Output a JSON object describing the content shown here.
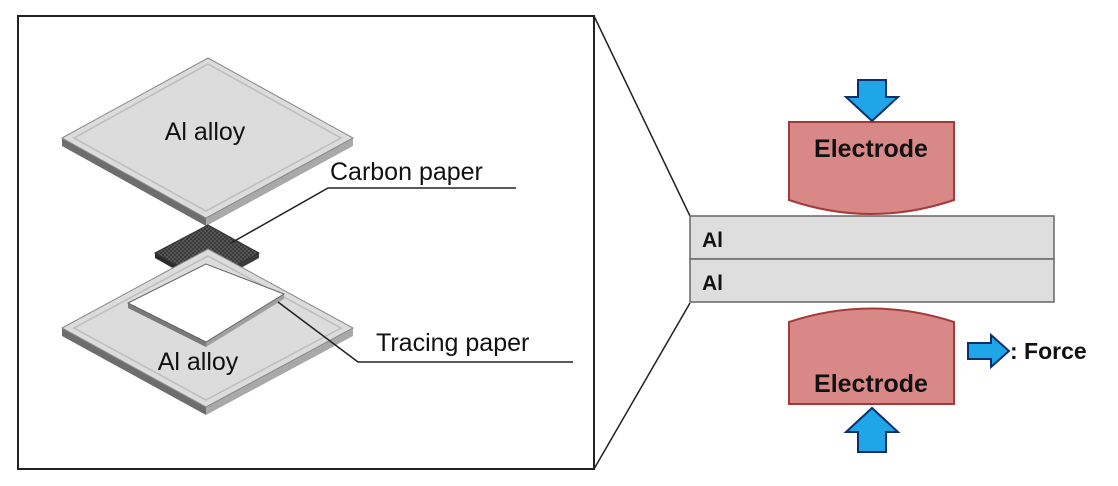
{
  "left_panel": {
    "top_plate_label": "Al alloy",
    "bottom_plate_label": "Al alloy",
    "carbon_paper_label": "Carbon paper",
    "tracing_paper_label": "Tracing paper"
  },
  "right_panel": {
    "top_electrode_label": "Electrode",
    "bottom_electrode_label": "Electrode",
    "upper_sheet_label": "Al",
    "lower_sheet_label": "Al",
    "legend_label": ": Force"
  },
  "colors": {
    "electrode_fill": "#d98888",
    "electrode_stroke": "#a33b3b",
    "arrow_fill": "#1ea6e8",
    "arrow_stroke": "#0d2f6b",
    "sheet_fill": "#dedede",
    "plate_top": "#d8d8d8",
    "carbon": "#4a4a4a",
    "tracing": "#ffffff"
  }
}
